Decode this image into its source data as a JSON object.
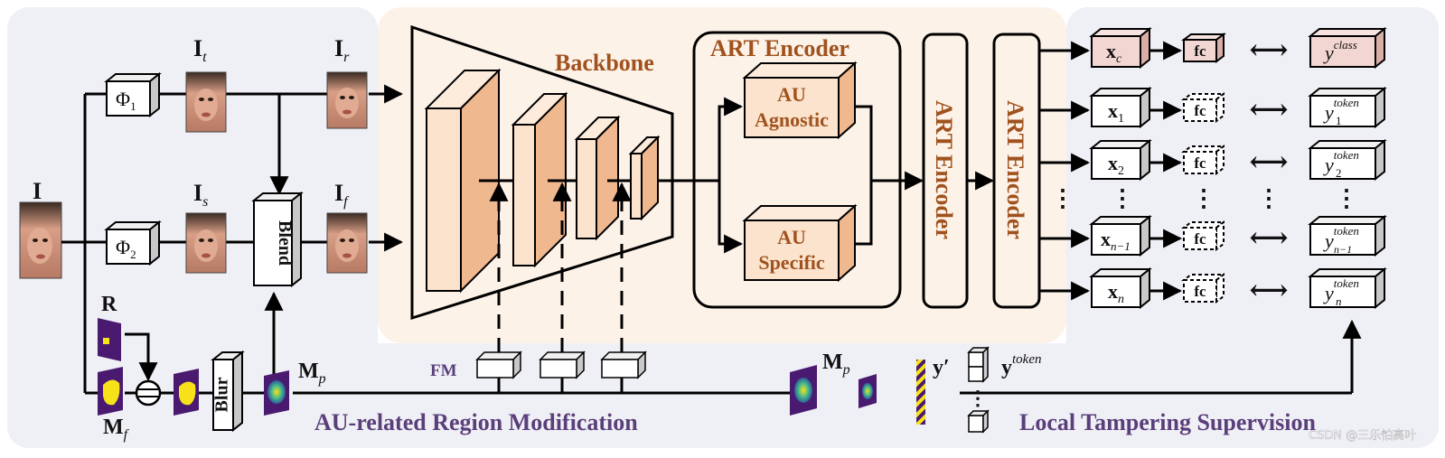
{
  "input": {
    "I": "I",
    "It_main": "I",
    "It_sub": "t",
    "Is_main": "I",
    "Is_sub": "s",
    "Ir_main": "I",
    "Ir_sub": "r",
    "If_main": "I",
    "If_sub": "f"
  },
  "ops": {
    "phi1_main": "Φ",
    "phi1_sub": "1",
    "phi2_main": "Φ",
    "phi2_sub": "2",
    "blend": "Blend",
    "blur": "Blur",
    "minus": "⊖"
  },
  "masks": {
    "R": "R",
    "Mf_main": "M",
    "Mf_sub": "f",
    "Mp_main": "M",
    "Mp_sub": "p",
    "Mp2_main": "M",
    "Mp2_sub": "p"
  },
  "backbone": {
    "title": "Backbone",
    "fm_label": "FM"
  },
  "art": {
    "encoder_title": "ART Encoder",
    "au_agnostic_line1": "AU",
    "au_agnostic_line2": "Agnostic",
    "au_specific_line1": "AU",
    "au_specific_line2": "Specific",
    "col1_label": "ART Encoder",
    "col2_label": "ART Encoder"
  },
  "outputs": {
    "xc_main": "x",
    "xc_sub": "c",
    "x1_main": "x",
    "x1_sub": "1",
    "x2_main": "x",
    "x2_sub": "2",
    "xn1_main": "x",
    "xn1_sub": "n−1",
    "xn_main": "x",
    "xn_sub": "n",
    "fc": "fc",
    "y_main": "y",
    "y_class_sup": "class",
    "y_token_sup": "token",
    "y1_sub": "1",
    "y2_sub": "2",
    "yn1_sub": "n−1",
    "yn_sub": "n",
    "arrow": "⟷",
    "vdots": "⋮"
  },
  "supervision": {
    "y_prime": "y′",
    "y_token_main": "y",
    "y_token_sup": "token"
  },
  "sections": {
    "left": "AU-related Region Modification",
    "right": "Local Tampering Supervision"
  },
  "watermark": "CSDN @三乐怕高叶",
  "colors": {
    "panel_bg": "#efeff6",
    "center_bg": "#fdf2e8",
    "block_front": "#fbe3cd",
    "block_side": "#f0b88f",
    "title_brown": "#a0521e",
    "section_purple": "#5a3f7a",
    "xc_fill": "#f2d6d1",
    "mask_purple": "#4a1a70",
    "mask_yellow": "#f7e21a"
  }
}
